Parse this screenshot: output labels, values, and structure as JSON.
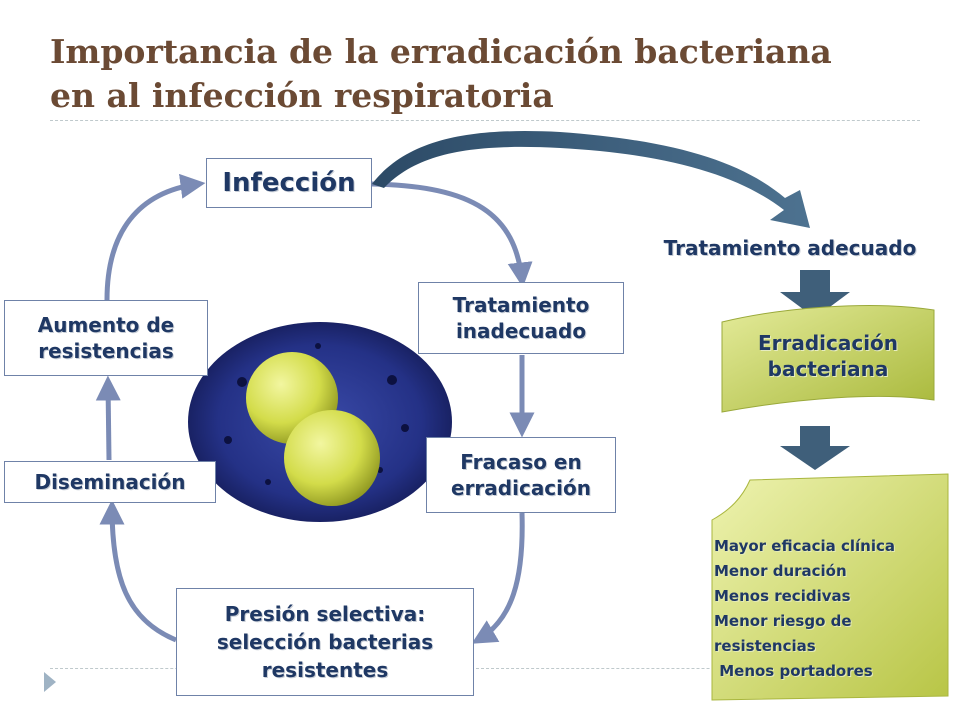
{
  "title": {
    "line1": "Importancia de la erradicación bacteriana",
    "line2": "en al infección respiratoria"
  },
  "cycle": {
    "infeccion": "Infección",
    "tratamiento_inadecuado": [
      "Tratamiento",
      "inadecuado"
    ],
    "fracaso": [
      "Fracaso en",
      "erradicación"
    ],
    "presion": [
      "Presión selectiva:",
      "selección bacterias",
      "resistentes"
    ],
    "diseminacion": "Diseminación",
    "aumento": [
      "Aumento de",
      "resistencias"
    ]
  },
  "right": {
    "tratamiento_adecuado": "Tratamiento adecuado",
    "erradicacion": [
      "Erradicación",
      "bacteriana"
    ],
    "benefits": [
      "Mayor eficacia clínica",
      "Menor duración",
      "Menos recidivas",
      "Menor riesgo de",
      "resistencias",
      " Menos portadores"
    ]
  },
  "colors": {
    "title": "#6b4a34",
    "text": "#1f3864",
    "arrow": "#7b8bb5",
    "big_arrow": "#3f5f7a",
    "banner_green": "#b5c346"
  }
}
